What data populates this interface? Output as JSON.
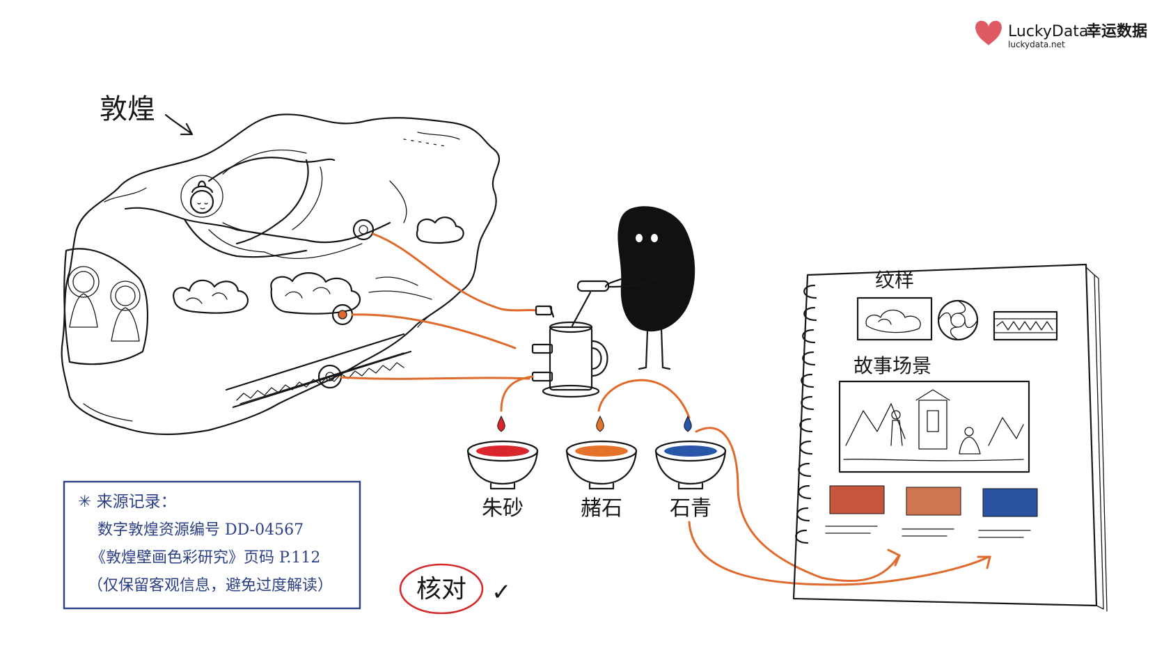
{
  "brand": {
    "name": "LuckyData",
    "name_cn": "幸运数据",
    "url": "luckydata.net",
    "heart_color": "#e05a63"
  },
  "mural": {
    "label": "敦煌"
  },
  "pigments": [
    {
      "name": "朱砂",
      "color": "#d8262c"
    },
    {
      "name": "赭石",
      "color": "#e4722a"
    },
    {
      "name": "石青",
      "color": "#2a56a8"
    }
  ],
  "notebook": {
    "section_patterns": "纹样",
    "section_scenes": "故事场景",
    "swatch_colors": [
      "#c8563f",
      "#cf7650",
      "#2b52a0"
    ]
  },
  "source_box": {
    "title": "✳ 来源记录：",
    "lines": [
      "数字敦煌资源编号  DD-04567",
      "《敦煌壁画色彩研究》页码  P.112",
      "（仅保留客观信息，避免过度解读）"
    ],
    "ink_color": "#2b3f86"
  },
  "verify": {
    "label": "核对",
    "check": "✓",
    "color": "#d42a2a"
  },
  "colors": {
    "pipe": "#e06a2c",
    "ink": "#161616"
  }
}
